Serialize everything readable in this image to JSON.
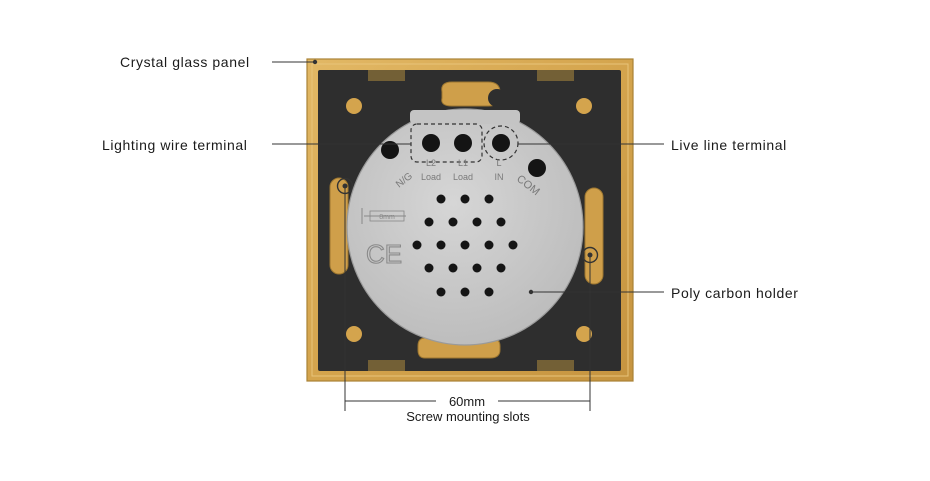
{
  "callouts": {
    "crystal_glass_panel": "Crystal glass panel",
    "lighting_wire_terminal": "Lighting wire terminal",
    "live_line_terminal": "Live line terminal",
    "poly_carbon_holder": "Poly carbon holder"
  },
  "dimension": {
    "value": "60mm",
    "caption": "Screw mounting slots"
  },
  "terminal_labels": {
    "ng": "N/G",
    "l2": "L2",
    "l1": "L1",
    "load_1": "Load",
    "load_2": "Load",
    "l": "L",
    "in": "IN",
    "com": "COM"
  },
  "marks": {
    "ce": "CE",
    "strip_gauge": "8mm"
  },
  "colors": {
    "gold_frame": "#d7aa53",
    "gold_edge": "#a98236",
    "black_plate": "#2e2e2e",
    "holder_gray": "#c9c9c9",
    "leader_line": "#333333"
  }
}
